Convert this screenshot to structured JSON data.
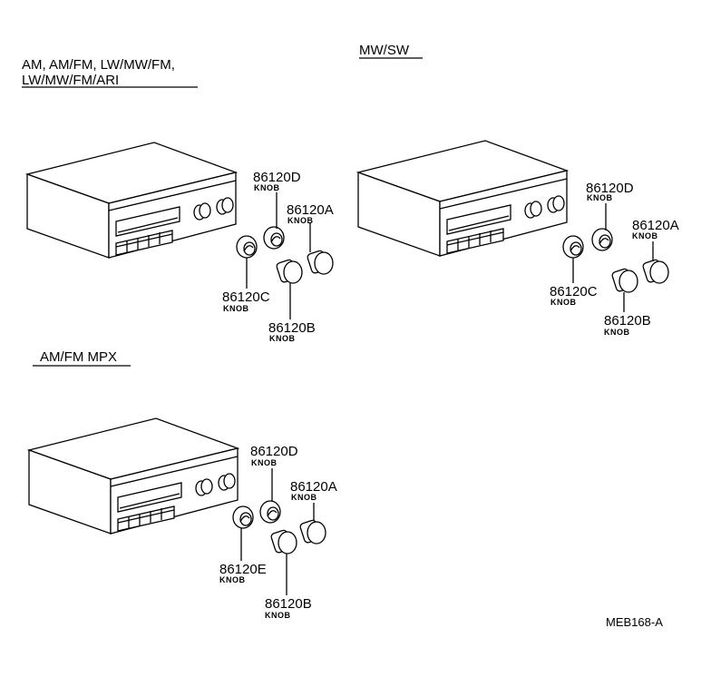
{
  "headings": {
    "group1_line1": "AM, AM/FM, LW/MW/FM,",
    "group1_line2": "LW/MW/FM/ARI",
    "group2": "MW/SW",
    "group3": "AM/FM MPX"
  },
  "group1": {
    "knob_d": {
      "part": "86120D",
      "desc": "KNOB"
    },
    "knob_a": {
      "part": "86120A",
      "desc": "KNOB"
    },
    "knob_c": {
      "part": "86120C",
      "desc": "KNOB"
    },
    "knob_b": {
      "part": "86120B",
      "desc": "KNOB"
    }
  },
  "group2": {
    "knob_d": {
      "part": "86120D",
      "desc": "KNOB"
    },
    "knob_a": {
      "part": "86120A",
      "desc": "KNOB"
    },
    "knob_c": {
      "part": "86120C",
      "desc": "KNOB"
    },
    "knob_b": {
      "part": "86120B",
      "desc": "KNOB"
    }
  },
  "group3": {
    "knob_d": {
      "part": "86120D",
      "desc": "KNOB"
    },
    "knob_a": {
      "part": "86120A",
      "desc": "KNOB"
    },
    "knob_e": {
      "part": "86120E",
      "desc": "KNOB"
    },
    "knob_b": {
      "part": "86120B",
      "desc": "KNOB"
    }
  },
  "figure_code": "MEB168-A"
}
